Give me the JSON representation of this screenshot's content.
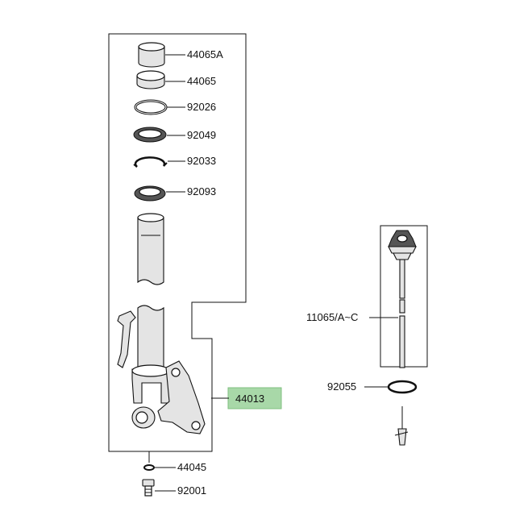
{
  "parts": {
    "p44065a": "44065A",
    "p44065": "44065",
    "p92026": "92026",
    "p92049": "92049",
    "p92033": "92033",
    "p92093": "92093",
    "p44013": "44013",
    "p44045": "44045",
    "p92001": "92001",
    "p11065": "11065/A~C",
    "p92055": "92055"
  },
  "colors": {
    "highlight": "#a8d8a8",
    "line": "#111111"
  }
}
